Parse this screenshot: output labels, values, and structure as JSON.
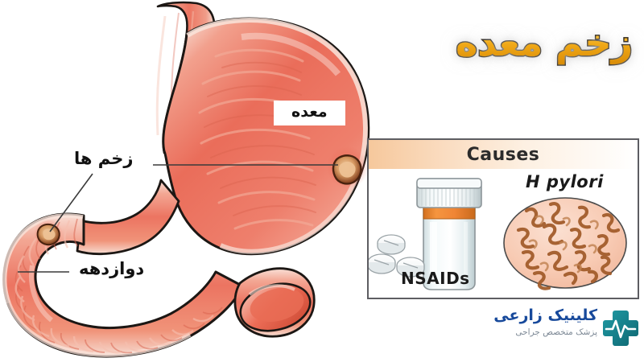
{
  "title": {
    "text": "زخم معده",
    "color": "#f2b01c",
    "outline_color": "#1a1208"
  },
  "anatomy": {
    "labels": {
      "stomach": "معده",
      "ulcers": "زخم ها",
      "duodenum": "دوازدهه"
    },
    "colors": {
      "tissue_light": "#f5a595",
      "tissue_mid": "#ef7a68",
      "tissue_deep": "#e85f4e",
      "rim": "#f7ded4",
      "outline": "#1c1714",
      "ulcer_crater": "#7a3b22",
      "ulcer_center": "#efc79a"
    }
  },
  "causes_panel": {
    "title": "Causes",
    "header_gradient_from": "#f6c89c",
    "header_gradient_to": "#ffffff",
    "border_color": "#5d5d62",
    "items": [
      {
        "id": "nsaids",
        "caption": "NSAIDs",
        "icon": "pill-bottle-icon",
        "bottle_cap_color": "#e6ebec",
        "bottle_band_color": "#ef8b3c",
        "bottle_body_color": "#eef5f6",
        "pill_color": "#ffffff"
      },
      {
        "id": "hpylori",
        "caption": "H pylori",
        "icon": "bacteria-dish-icon",
        "dish_fill": "#f8cdb9",
        "bacteria_color": "#a35d2c"
      }
    ]
  },
  "logo": {
    "name": "کلینیک زارعی",
    "subtitle": "پزشک متخصص جراحی",
    "name_color": "#17499b",
    "subtitle_color": "#7b8794",
    "mark_color": "#17808c",
    "mark_icon": "medical-cross-heartbeat-icon"
  }
}
